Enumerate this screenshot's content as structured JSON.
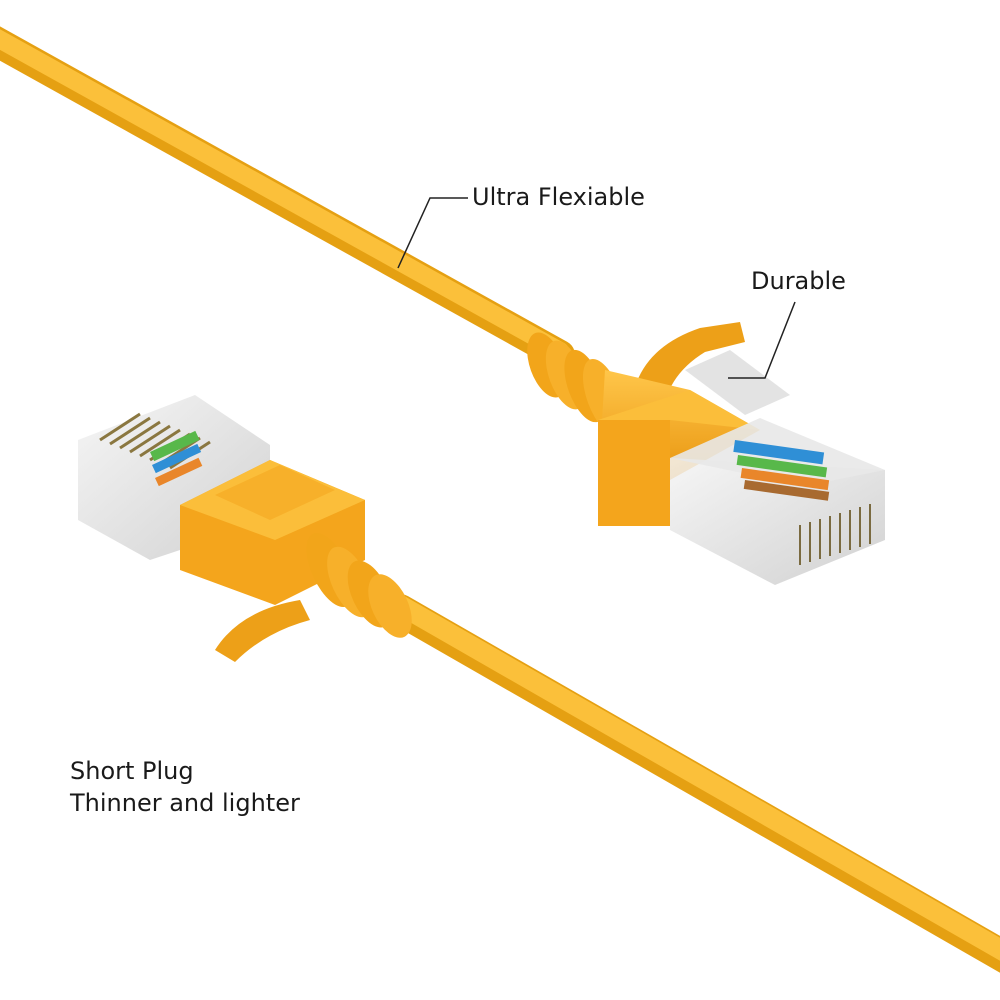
{
  "product": {
    "subject": "RJ45 patch cable with two plugs",
    "cable_color": "#F7B21E",
    "connector_color": "#F4A51C"
  },
  "callouts": {
    "flexible": "Ultra Flexiable",
    "durable": "Durable",
    "plug_line1": "Short Plug",
    "plug_line2": "Thinner and lighter"
  }
}
